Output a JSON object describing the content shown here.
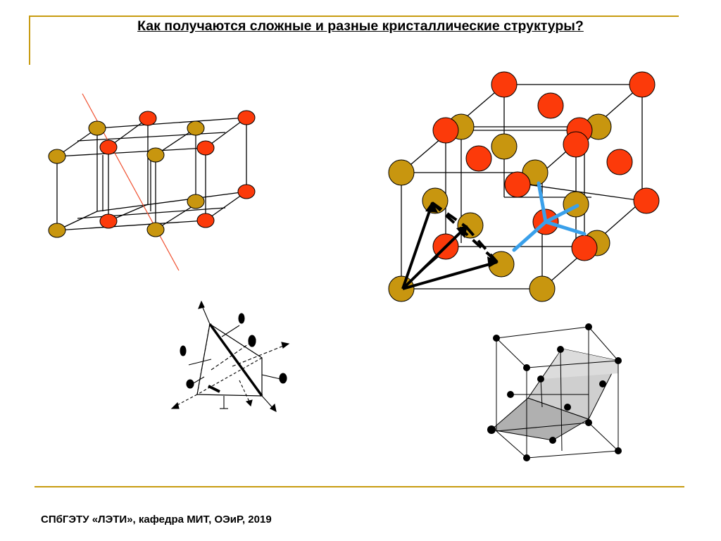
{
  "slide": {
    "title": "Как получаются сложные и разные кристаллические структуры?",
    "footer": "СПбГЭТУ «ЛЭТИ», кафедра МИТ, ОЭиР, 2019"
  },
  "colors": {
    "accent_rule": "#c79b10",
    "gold_atom": "#c8960f",
    "red_atom": "#fc3a0a",
    "blue_bond": "#3aa0ea",
    "cut_line": "#f05030"
  },
  "figures": [
    {
      "name": "double-cubic-lattice"
    },
    {
      "name": "fcc-lattice-with-tetrahedron"
    },
    {
      "name": "tetrahedral-bonds-sketch"
    },
    {
      "name": "shaded-plane-in-cube"
    }
  ]
}
